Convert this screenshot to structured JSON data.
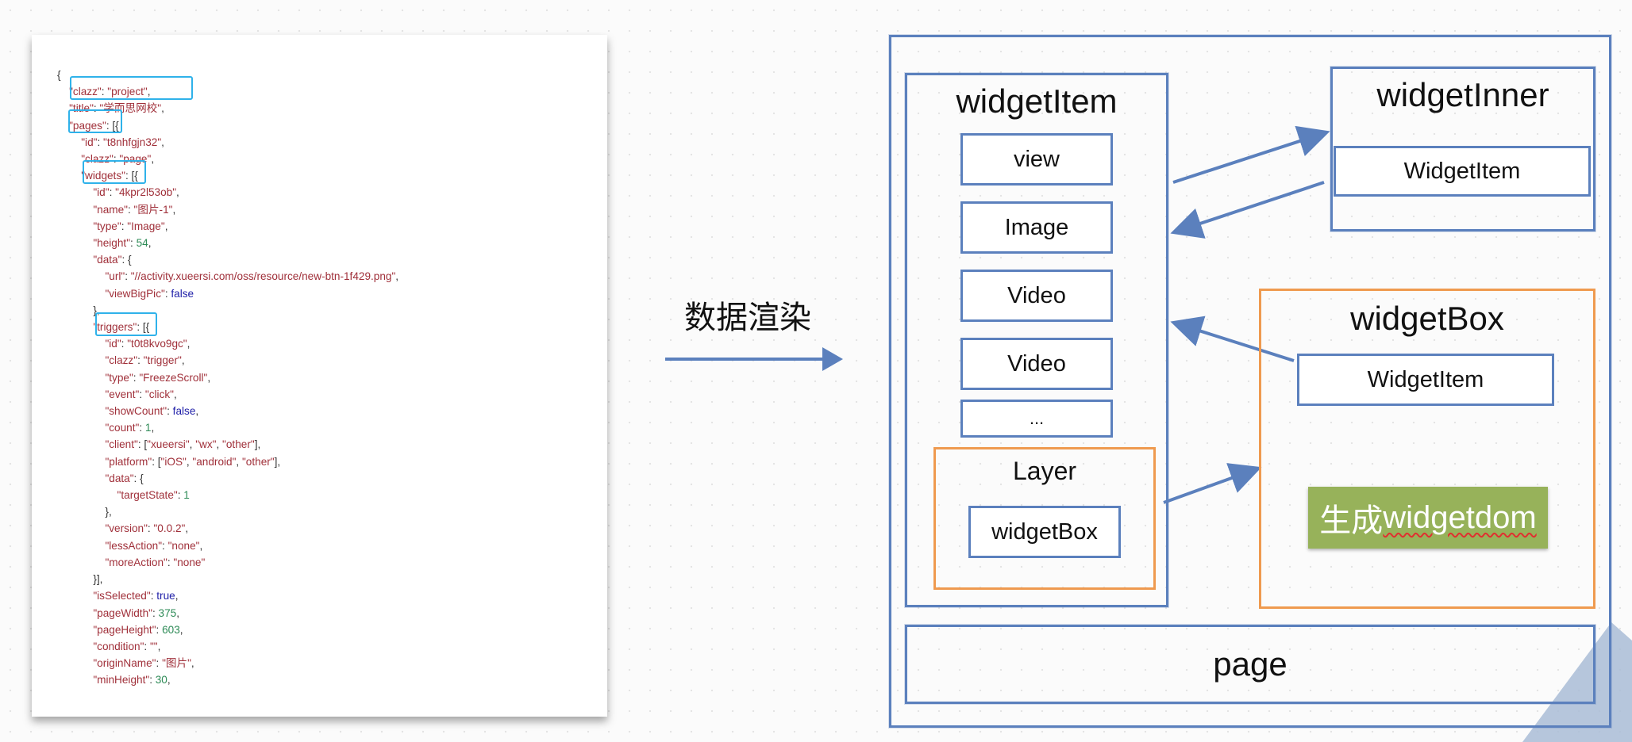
{
  "json_lines": [
    [
      "{"
    ],
    [
      "    ",
      [
        "k",
        "\"clazz\""
      ],
      ": ",
      [
        "s",
        "\"project\""
      ],
      ","
    ],
    [
      "    ",
      [
        "k",
        "\"title\""
      ],
      ": ",
      [
        "s",
        "\"学而思网校\""
      ],
      ","
    ],
    [
      "    ",
      [
        "k",
        "\"pages\""
      ],
      ": [{"
    ],
    [
      "        ",
      [
        "k",
        "\"id\""
      ],
      ": ",
      [
        "s",
        "\"t8nhfgjn32\""
      ],
      ","
    ],
    [
      "        ",
      [
        "k",
        "\"clazz\""
      ],
      ": ",
      [
        "s",
        "\"page\""
      ],
      ","
    ],
    [
      "        ",
      [
        "k",
        "\"widgets\""
      ],
      ": [{"
    ],
    [
      "            ",
      [
        "k",
        "\"id\""
      ],
      ": ",
      [
        "s",
        "\"4kpr2l53ob\""
      ],
      ","
    ],
    [
      "            ",
      [
        "k",
        "\"name\""
      ],
      ": ",
      [
        "s",
        "\"图片-1\""
      ],
      ","
    ],
    [
      "            ",
      [
        "k",
        "\"type\""
      ],
      ": ",
      [
        "s",
        "\"Image\""
      ],
      ","
    ],
    [
      "            ",
      [
        "k",
        "\"height\""
      ],
      ": ",
      [
        "n",
        "54"
      ],
      ","
    ],
    [
      "            ",
      [
        "k",
        "\"data\""
      ],
      ": {"
    ],
    [
      "                ",
      [
        "k",
        "\"url\""
      ],
      ": ",
      [
        "s",
        "\"//activity.xueersi.com/oss/resource/new-btn-1f429.png\""
      ],
      ","
    ],
    [
      "                ",
      [
        "k",
        "\"viewBigPic\""
      ],
      ": ",
      [
        "b",
        "false"
      ]
    ],
    [
      "            },"
    ],
    [
      "            ",
      [
        "k",
        "\"triggers\""
      ],
      ": [{"
    ],
    [
      "                ",
      [
        "k",
        "\"id\""
      ],
      ": ",
      [
        "s",
        "\"t0t8kvo9gc\""
      ],
      ","
    ],
    [
      "                ",
      [
        "k",
        "\"clazz\""
      ],
      ": ",
      [
        "s",
        "\"trigger\""
      ],
      ","
    ],
    [
      "                ",
      [
        "k",
        "\"type\""
      ],
      ": ",
      [
        "s",
        "\"FreezeScroll\""
      ],
      ","
    ],
    [
      "                ",
      [
        "k",
        "\"event\""
      ],
      ": ",
      [
        "s",
        "\"click\""
      ],
      ","
    ],
    [
      "                ",
      [
        "k",
        "\"showCount\""
      ],
      ": ",
      [
        "b",
        "false"
      ],
      ","
    ],
    [
      "                ",
      [
        "k",
        "\"count\""
      ],
      ": ",
      [
        "n",
        "1"
      ],
      ","
    ],
    [
      "                ",
      [
        "k",
        "\"client\""
      ],
      ": [",
      [
        "s",
        "\"xueersi\""
      ],
      ", ",
      [
        "s",
        "\"wx\""
      ],
      ", ",
      [
        "s",
        "\"other\""
      ],
      "],"
    ],
    [
      "                ",
      [
        "k",
        "\"platform\""
      ],
      ": [",
      [
        "s",
        "\"iOS\""
      ],
      ", ",
      [
        "s",
        "\"android\""
      ],
      ", ",
      [
        "s",
        "\"other\""
      ],
      "],"
    ],
    [
      "                ",
      [
        "k",
        "\"data\""
      ],
      ": {"
    ],
    [
      "                    ",
      [
        "k",
        "\"targetState\""
      ],
      ": ",
      [
        "n",
        "1"
      ]
    ],
    [
      "                },"
    ],
    [
      "                ",
      [
        "k",
        "\"version\""
      ],
      ": ",
      [
        "s",
        "\"0.0.2\""
      ],
      ","
    ],
    [
      "                ",
      [
        "k",
        "\"lessAction\""
      ],
      ": ",
      [
        "s",
        "\"none\""
      ],
      ","
    ],
    [
      "                ",
      [
        "k",
        "\"moreAction\""
      ],
      ": ",
      [
        "s",
        "\"none\""
      ]
    ],
    [
      "            }],"
    ],
    [
      "            ",
      [
        "k",
        "\"isSelected\""
      ],
      ": ",
      [
        "b",
        "true"
      ],
      ","
    ],
    [
      "            ",
      [
        "k",
        "\"pageWidth\""
      ],
      ": ",
      [
        "n",
        "375"
      ],
      ","
    ],
    [
      "            ",
      [
        "k",
        "\"pageHeight\""
      ],
      ": ",
      [
        "n",
        "603"
      ],
      ","
    ],
    [
      "            ",
      [
        "k",
        "\"condition\""
      ],
      ": ",
      [
        "s",
        "\"\""
      ],
      ","
    ],
    [
      "            ",
      [
        "k",
        "\"originName\""
      ],
      ": ",
      [
        "s",
        "\"图片\""
      ],
      ","
    ],
    [
      "            ",
      [
        "k",
        "\"minHeight\""
      ],
      ": ",
      [
        "n",
        "30"
      ],
      ","
    ]
  ],
  "render_label": "数据渲染",
  "widget_item": {
    "title": "widgetItem",
    "children": [
      "view",
      "Image",
      "Video",
      "Video",
      "..."
    ],
    "layer": {
      "title": "Layer",
      "child": "widgetBox"
    }
  },
  "widget_inner": {
    "title": "widgetInner",
    "child": "WidgetItem"
  },
  "widget_box": {
    "title": "widgetBox",
    "child": "WidgetItem",
    "button": {
      "prefix": "生成",
      "latin": "widgetdom"
    }
  },
  "page_label": "page",
  "colors": {
    "blue": "#5b80bd",
    "orange": "#ef9a4f",
    "green": "#97b25a",
    "highlight": "#2fb2ea"
  }
}
